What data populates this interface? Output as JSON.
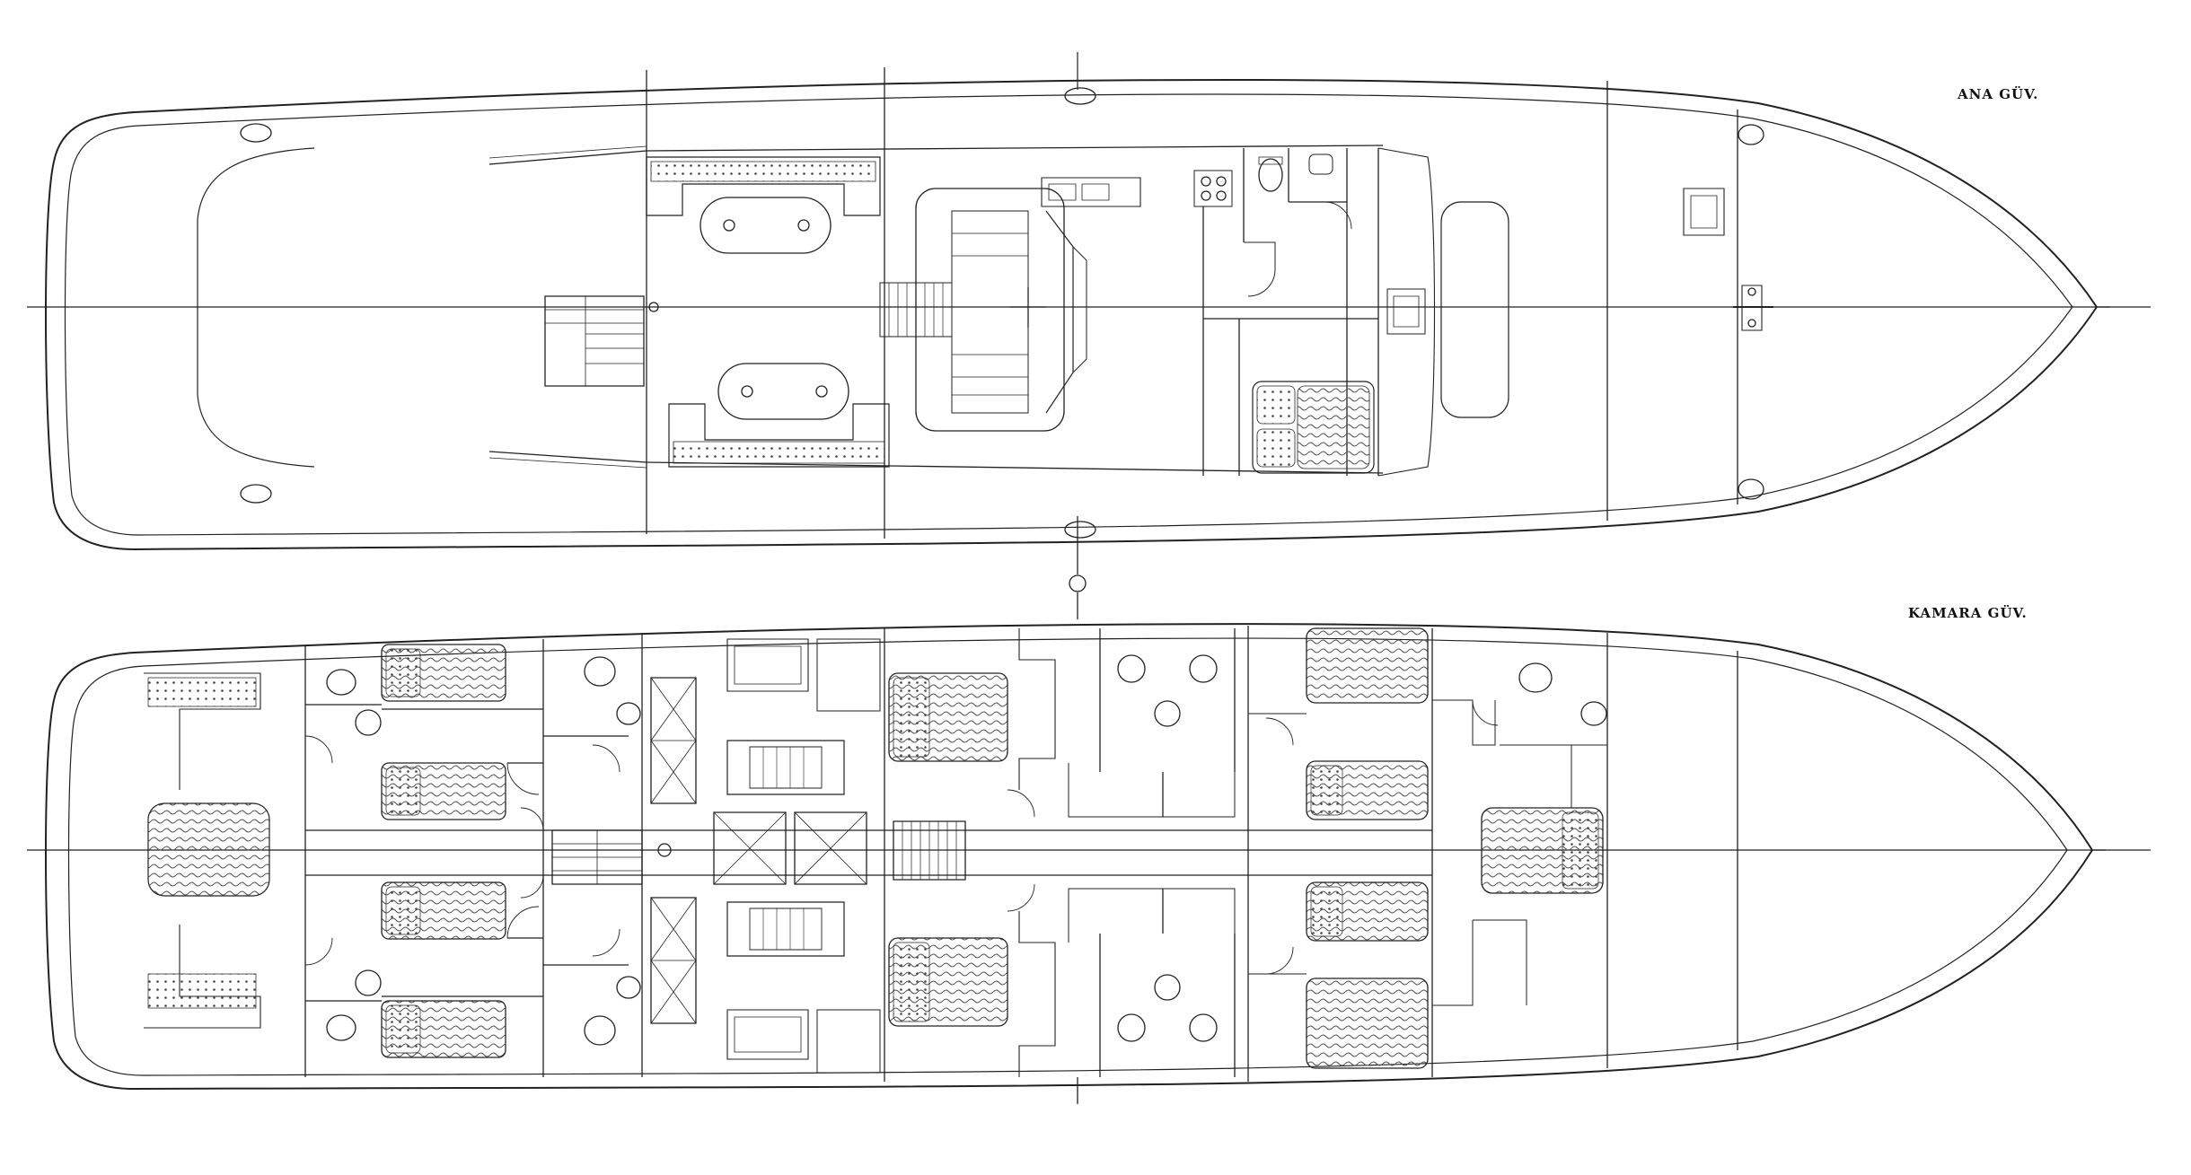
{
  "decks": [
    {
      "id": "main",
      "label": "ANA GÜV."
    },
    {
      "id": "cabin",
      "label": "KAMARA GÜV."
    }
  ],
  "colors": {
    "line": "#222222",
    "hatch": "#555555",
    "background": "#ffffff"
  }
}
